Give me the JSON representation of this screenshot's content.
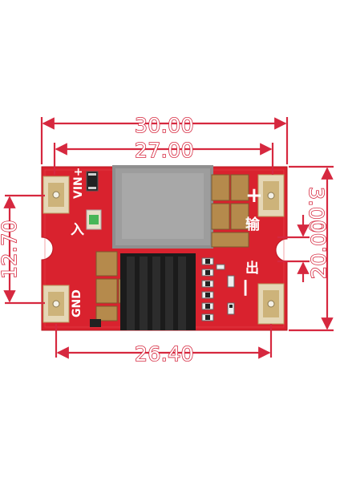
{
  "dimensions": {
    "top_outer": "30.00",
    "top_inner": "27.00",
    "bottom": "26.40",
    "left": "12.70",
    "right_small": "3.00",
    "right_large": "20.00"
  },
  "silkscreen": {
    "vin_plus": "VIN+",
    "ru": "入",
    "gnd": "GND",
    "shu": "输",
    "chu": "出",
    "plus": "+",
    "minus": "—"
  },
  "colors": {
    "board": "#d9222e",
    "dimension": "#d6283f",
    "heatsink": "#1b1b1b",
    "inductor": "#8f8f8f",
    "pad": "#d7c089"
  }
}
